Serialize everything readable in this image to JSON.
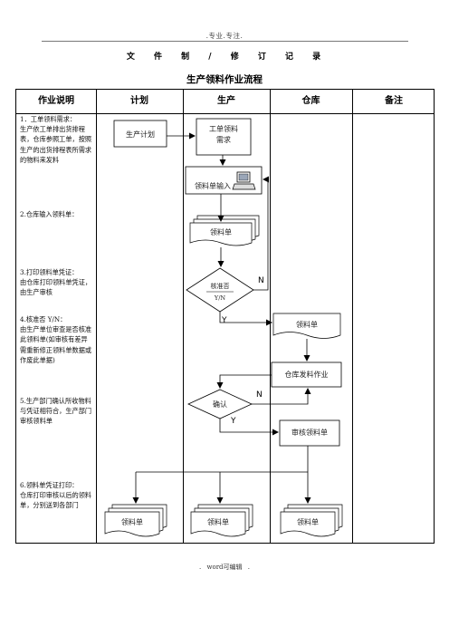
{
  "header": {
    "top_note": ".专业.专注.",
    "doc_title": "文 件 制 / 修 订 记 录",
    "flow_title": "生产领料作业流程"
  },
  "table": {
    "columns": [
      "作业说明",
      "计划",
      "生产",
      "仓库",
      "备注"
    ]
  },
  "steps": [
    {
      "lines": [
        "1．工单领料需求：",
        "生产依工单排出货排程",
        "表，仓库参照工单，按照",
        "生产的出货排程表所需求",
        "的物料来发料"
      ]
    },
    {
      "lines": [
        "2.仓库输入领料单："
      ]
    },
    {
      "lines": [
        "3.打印领料单凭证：",
        "由仓库打印领料单凭证，",
        "由生产审核"
      ]
    },
    {
      "lines": [
        "4.核准否 Y/N：",
        "由生产单位审查是否核准",
        "此领料单(如审核有差异",
        "需重新修正领料单数据或",
        "作废此单据)"
      ]
    },
    {
      "lines": [
        "5.生产部门确认所收物料",
        "与凭证相符合，生产部门",
        "审核领料单"
      ]
    },
    {
      "lines": [
        "6.领料单凭证打印：",
        "仓库打印审核以后的领料",
        "单，分别送到各部门"
      ]
    }
  ],
  "flow": {
    "plan": "生产计划",
    "work_order_1": "工单领料",
    "work_order_2": "需求",
    "input": "领料单输入",
    "doc_prod": "领料单",
    "approve": "核准否",
    "approve_yn": "Y/N",
    "no_1": "N",
    "yes_1": "Y",
    "doc_wh": "领料单",
    "issue": "仓库发料作业",
    "confirm": "确认",
    "no_2": "N",
    "yes_2": "Y",
    "review": "审核领料单",
    "out_plan": "领料单",
    "out_prod": "领料单",
    "out_wh": "领料单"
  },
  "footer": {
    "note": ". word可编辑 ."
  }
}
